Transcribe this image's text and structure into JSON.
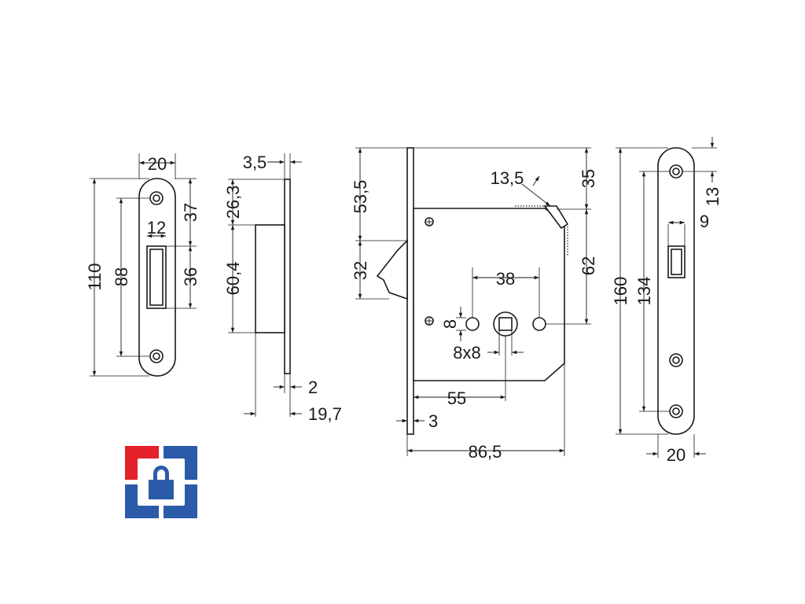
{
  "drawing": {
    "strike_plate": {
      "width": "20",
      "opening_width": "12",
      "height": "110",
      "hole_spacing": "88",
      "top_to_opening": "37",
      "opening_height": "36"
    },
    "side_view": {
      "faceplate_thickness": "3,5",
      "top_offset": "26,3",
      "body_height": "60,4",
      "plate_thickness": "2",
      "depth": "19,7"
    },
    "lock_body": {
      "top_to_latch": "53,5",
      "latch_height": "32",
      "latch_angle": "13,5",
      "top_to_edge": "35",
      "edge_to_spindle": "62",
      "hole_spacing": "38",
      "hole_diameter": "8",
      "spindle_size": "8x8",
      "backset": "55",
      "faceplate_thickness": "3",
      "overall_width": "86,5"
    },
    "faceplate": {
      "height": "160",
      "hole_spacing": "134",
      "top_to_hole": "13",
      "opening_width": "9",
      "width": "20"
    }
  },
  "logo": {
    "icon": "padlock-icon",
    "colors": {
      "red": "#e3222b",
      "blue": "#2b5ba8",
      "lock": "#2b5ba8"
    }
  }
}
